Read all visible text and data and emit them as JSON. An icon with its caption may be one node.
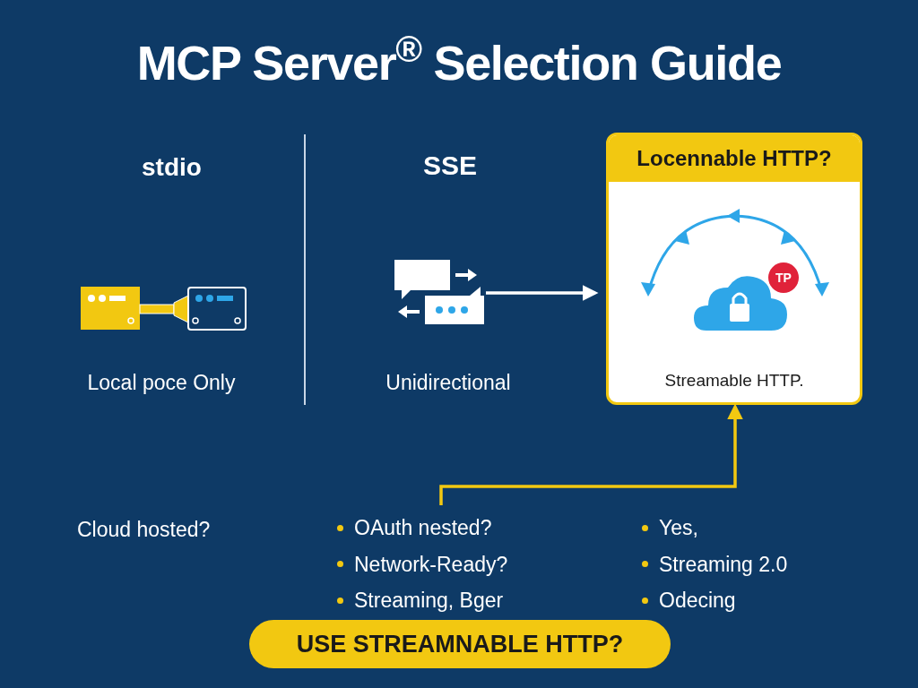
{
  "diagram": {
    "title": "MCP Server$^{®}$ Selection Guide",
    "nodes": [
      {
        "text": [],
        "shape": "picture"
      },
      {
        "text": [
          "Locennable HTTP?",
          "Streamable HTTP."
        ]
      },
      {
        "text": [
          "OAuth nested?",
          "Network-Ready?",
          "Streaming, Bger"
        ]
      },
      {
        "text": [
          "USE STREAMNABLE HTTP?"
        ]
      }
    ],
    "edges": [
      {
        "from": 0,
        "to": 1,
        "arrow": "to"
      },
      {
        "from": 2,
        "to": 1,
        "arrow": "to",
        "color": "#f2c811"
      }
    ],
    "labels": [
      "stdio",
      "Local poce Only",
      "SSE",
      "Unidirectional",
      "TP",
      "Cloud hosted?",
      "Yes,",
      "Streaming 2.0",
      "Odecing"
    ]
  }
}
